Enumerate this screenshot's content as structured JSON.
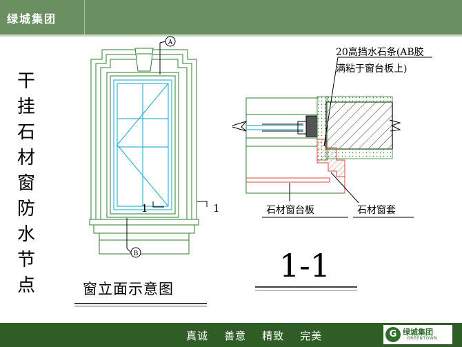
{
  "header": {
    "company": "绿城集团"
  },
  "side_title": {
    "chars": [
      "干",
      "挂",
      "石",
      "材",
      "窗",
      "防",
      "水",
      "节",
      "点"
    ]
  },
  "elevation": {
    "caption": "窗立面示意图",
    "marker_top": "A",
    "marker_bottom": "B",
    "section_mark_left": "1",
    "section_mark_right": "1"
  },
  "section": {
    "title": "1-1",
    "note_line1": "20高挡水石条(AB胶",
    "note_line2": "满粘于窗台板上)",
    "label_sill": "石材窗台板",
    "label_surround": "石材窗套"
  },
  "footer": {
    "slogan": "真诚    善意    精致    完美",
    "logo_cn": "绿城集团",
    "logo_en": "GREENTOWN",
    "logo_mark": "G"
  },
  "colors": {
    "header_bg": "#6a8f61",
    "footer_bg": "#305d26",
    "drawing_line": "#2e7d2e",
    "glass_line": "#33b5d8",
    "hatch_red": "#d64a3a"
  }
}
